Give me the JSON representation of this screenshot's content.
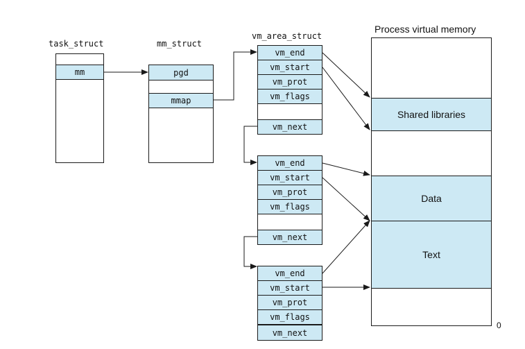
{
  "labels": {
    "task_struct": "task_struct",
    "mm_struct": "mm_struct",
    "vm_area_struct": "vm_area_struct",
    "process_virtual_memory": "Process virtual memory",
    "zero": "0"
  },
  "task_struct": {
    "mm": "mm"
  },
  "mm_struct": {
    "pgd": "pgd",
    "mmap": "mmap"
  },
  "vm_areas": [
    {
      "vm_end": "vm_end",
      "vm_start": "vm_start",
      "vm_prot": "vm_prot",
      "vm_flags": "vm_flags",
      "vm_next": "vm_next"
    },
    {
      "vm_end": "vm_end",
      "vm_start": "vm_start",
      "vm_prot": "vm_prot",
      "vm_flags": "vm_flags",
      "vm_next": "vm_next"
    },
    {
      "vm_end": "vm_end",
      "vm_start": "vm_start",
      "vm_prot": "vm_prot",
      "vm_flags": "vm_flags",
      "vm_next": "vm_next"
    }
  ],
  "memory_regions": {
    "shared_libraries": "Shared libraries",
    "data": "Data",
    "text": "Text"
  },
  "colors": {
    "cell_fill": "#cde9f4",
    "line": "#1a1a1a"
  }
}
